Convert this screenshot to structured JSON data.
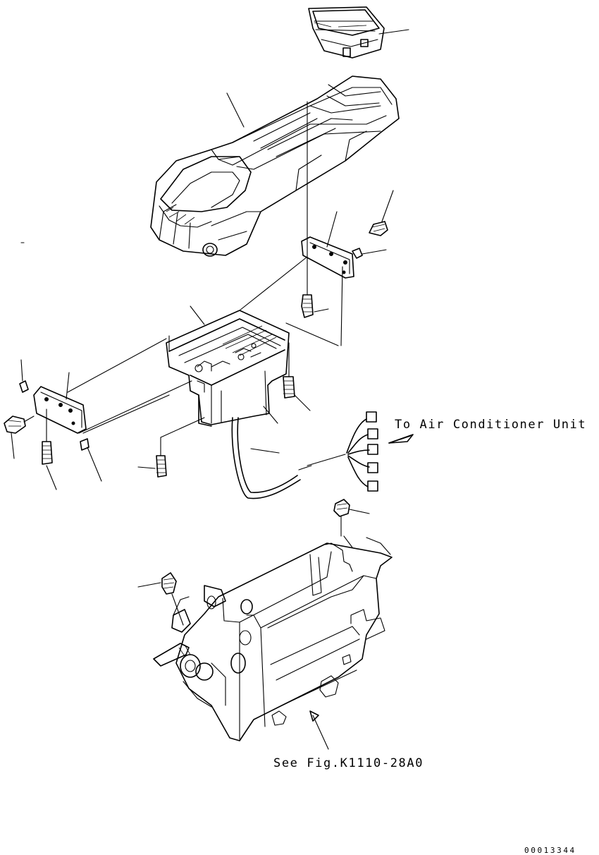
{
  "labels": {
    "air_conditioner": "To Air Conditioner Unit",
    "see_fig": "See Fig.K1110-28A0"
  },
  "document_number": "00013344"
}
